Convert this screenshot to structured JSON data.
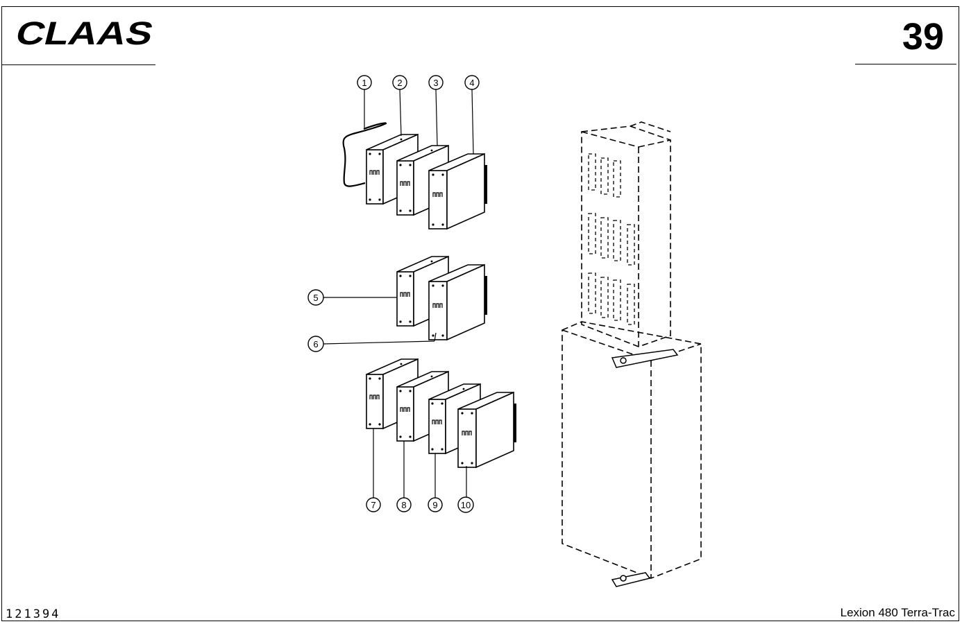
{
  "header": {
    "logo_text": "CLAAS",
    "page_number": "39"
  },
  "footer": {
    "doc_number": "121394",
    "model_name": "Lexion 480 Terra-Trac"
  },
  "callouts": [
    "1",
    "2",
    "3",
    "4",
    "5",
    "6",
    "7",
    "8",
    "9",
    "10"
  ]
}
